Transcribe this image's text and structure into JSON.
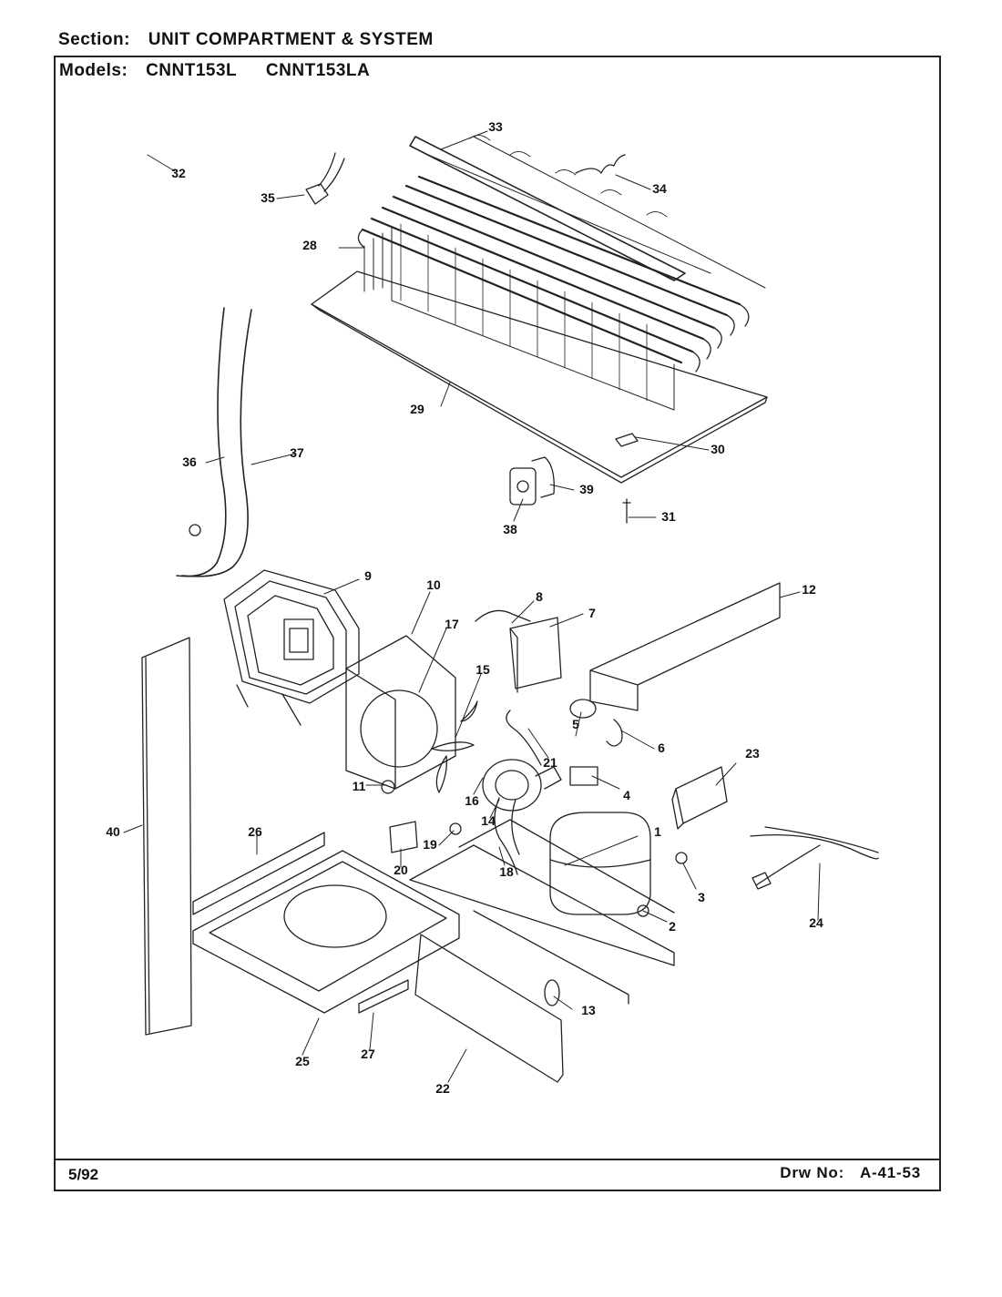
{
  "header": {
    "section_label": "Section:",
    "section_value": "UNIT COMPARTMENT & SYSTEM",
    "models_label": "Models:",
    "models": [
      "CNNT153L",
      "CNNT153LA"
    ]
  },
  "footer": {
    "date": "5/92",
    "drawing_label": "Drw No:",
    "drawing_number": "A-41-53"
  },
  "callouts": [
    "1",
    "2",
    "3",
    "4",
    "5",
    "6",
    "7",
    "8",
    "9",
    "10",
    "11",
    "12",
    "13",
    "14",
    "15",
    "16",
    "17",
    "18",
    "19",
    "20",
    "21",
    "22",
    "23",
    "24",
    "25",
    "26",
    "27",
    "28",
    "29",
    "30",
    "31",
    "32",
    "33",
    "34",
    "35",
    "36",
    "37",
    "38",
    "39",
    "40"
  ]
}
